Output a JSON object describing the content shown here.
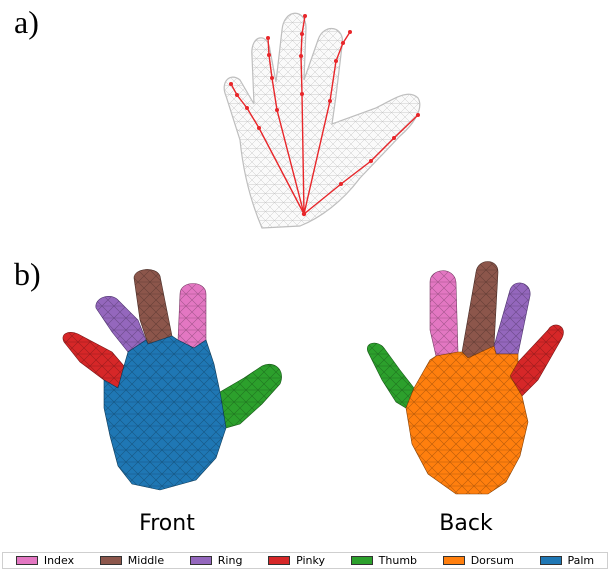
{
  "panels": {
    "a_label": "a)",
    "b_label": "b)"
  },
  "views": {
    "front_label": "Front",
    "back_label": "Back"
  },
  "skeleton": {
    "wire_color": "#bdbdbd",
    "bone_color": "#e8262a"
  },
  "legend": [
    {
      "label": "Index",
      "color": "#e377c2"
    },
    {
      "label": "Middle",
      "color": "#8c564b"
    },
    {
      "label": "Ring",
      "color": "#9467bd"
    },
    {
      "label": "Pinky",
      "color": "#d62728"
    },
    {
      "label": "Thumb",
      "color": "#2ca02c"
    },
    {
      "label": "Dorsum",
      "color": "#ff7f0e"
    },
    {
      "label": "Palm",
      "color": "#1f77b4"
    }
  ]
}
